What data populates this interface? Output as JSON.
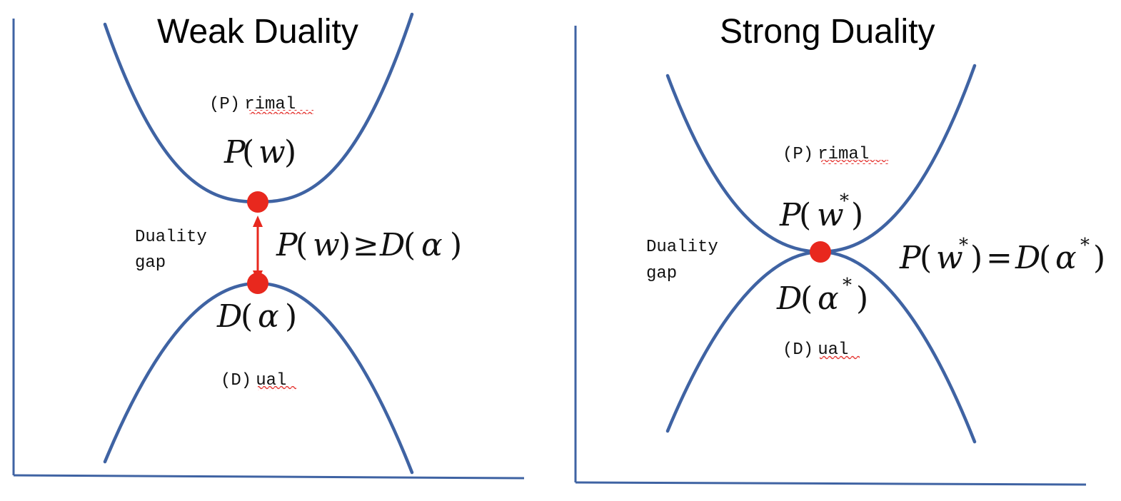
{
  "weak": {
    "title": "Weak Duality",
    "primal_prefix": "(P)",
    "primal_word": "rimal",
    "primal_fn": "P",
    "primal_arg": "w",
    "gap_line1": "Duality",
    "gap_line2": "gap",
    "inequality_lhs_fn": "P",
    "inequality_lhs_arg": "w",
    "inequality_op": "≥",
    "inequality_rhs_fn": "D",
    "inequality_rhs_arg": "α",
    "dual_fn": "D",
    "dual_arg": "α",
    "dual_prefix": "(D)",
    "dual_word": "ual"
  },
  "strong": {
    "title": "Strong Duality",
    "primal_prefix": "(P)",
    "primal_word": "rimal",
    "primal_fn": "P",
    "primal_arg": "w",
    "primal_sup": "*",
    "gap_line1": "Duality",
    "gap_line2": "gap",
    "equality_lhs_fn": "P",
    "equality_lhs_arg": "w",
    "equality_lhs_sup": "*",
    "equality_op": "=",
    "equality_rhs_fn": "D",
    "equality_rhs_arg": "α",
    "equality_rhs_sup": "*",
    "dual_fn": "D",
    "dual_arg": "α",
    "dual_sup": "*",
    "dual_prefix": "(D)",
    "dual_word": "ual"
  },
  "colors": {
    "curve": "#3f63a3",
    "point": "#e8281e",
    "spellcheck": "#e53935"
  }
}
